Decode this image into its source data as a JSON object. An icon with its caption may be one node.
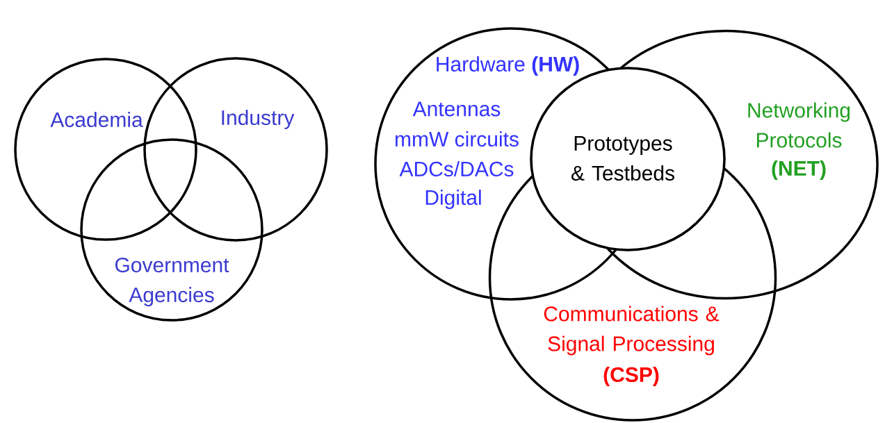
{
  "diagram": {
    "nodes": [
      {
        "text": [
          "Academia"
        ]
      },
      {
        "text": [
          "Industry"
        ]
      },
      {
        "text": [
          "Government Agencies"
        ]
      },
      {
        "text": [
          "Hardware **(HW)**",
          "Antennas",
          "mmW circuits",
          "ADCs/DACs",
          "Digital"
        ]
      },
      {
        "text": [
          "Networking Protocols",
          "(NET)"
        ]
      },
      {
        "text": [
          "Communications & Signal Processing",
          "(CSP)"
        ]
      },
      {
        "text": [
          "Prototypes & Testbeds"
        ]
      }
    ]
  }
}
